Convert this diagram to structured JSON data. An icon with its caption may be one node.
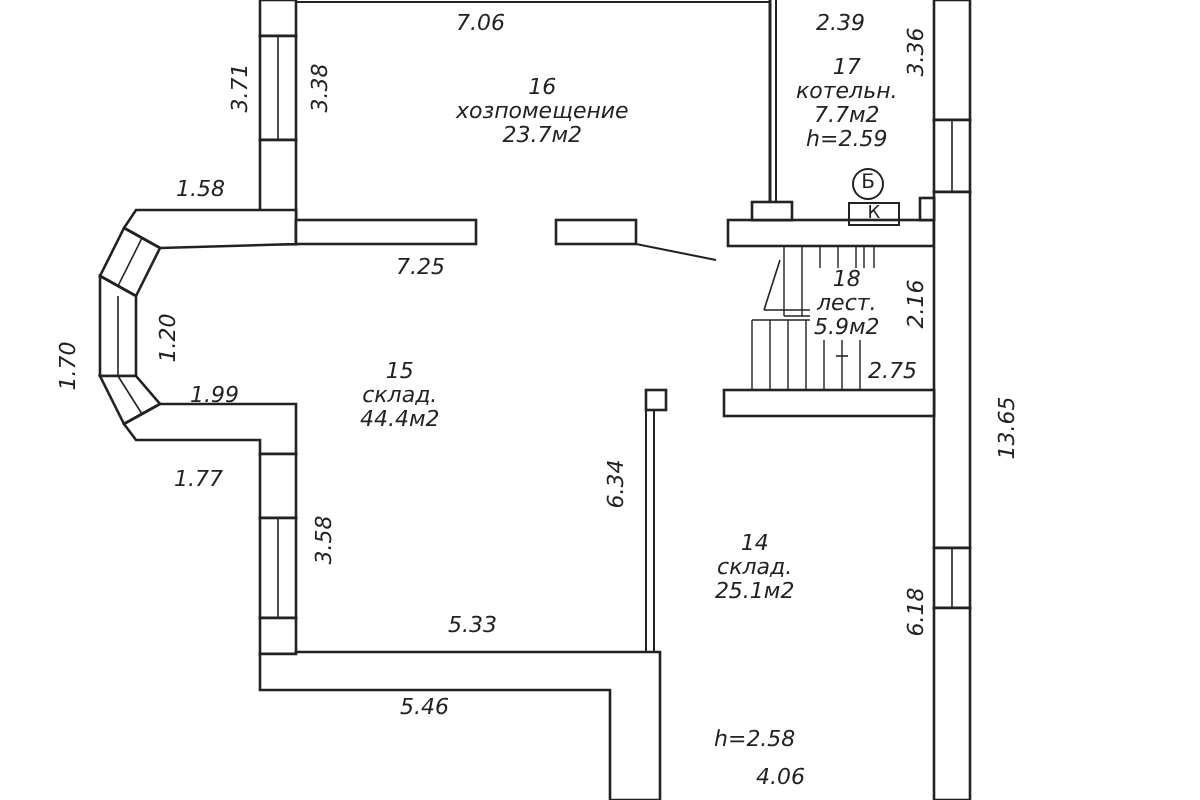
{
  "diagram": {
    "nodes": [
      {
        "text": [
          "16",
          "хозпомещение",
          "23.7м2"
        ]
      },
      {
        "text": [
          "17",
          "котельн.",
          "7.7м2",
          "h=2.59"
        ]
      },
      {
        "text": [
          "18",
          "лест.",
          "5.9м2"
        ]
      },
      {
        "text": [
          "15",
          "склад.",
          "44.4м2"
        ]
      },
      {
        "text": [
          "14",
          "склад.",
          "25.1м2",
          "h=2.58"
        ]
      }
    ],
    "edges": [],
    "labels": [
      "7.06",
      "3.71",
      "3.38",
      "2.39",
      "3.36",
      "1.58",
      "Б",
      "К",
      "7.25",
      "2.16",
      "1.70",
      "1.20",
      "1.99",
      "2.75",
      "13.65",
      "1.77",
      "3.58",
      "6.34",
      "6.18",
      "5.33",
      "5.46",
      "4.06"
    ]
  }
}
